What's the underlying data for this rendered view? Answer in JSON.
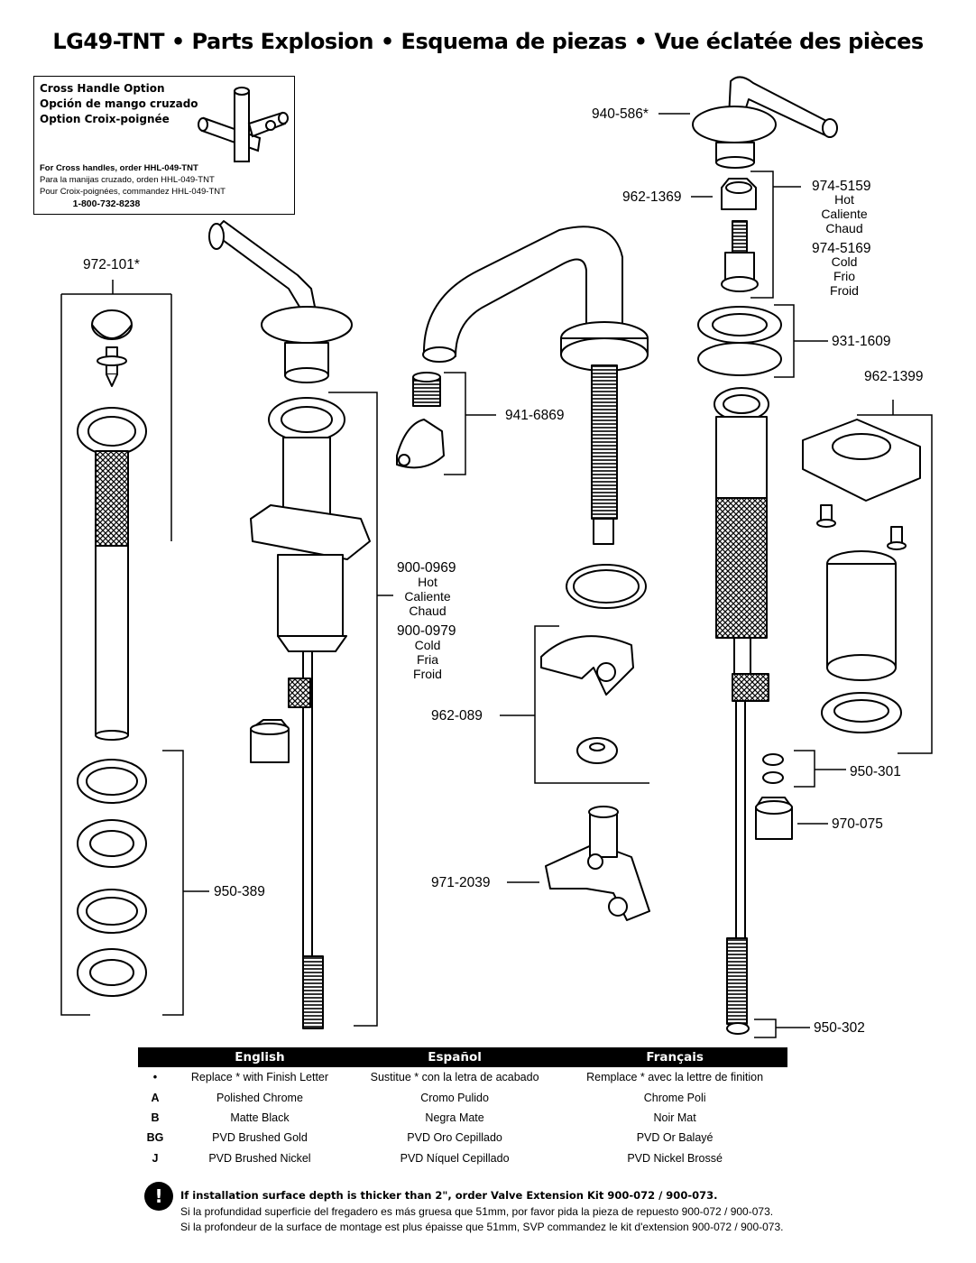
{
  "title": "LG49-TNT • Parts Explosion • Esquema de piezas • Vue éclatée des pièces",
  "inset": {
    "heading_en": "Cross Handle Option",
    "heading_es": "Opción de mango cruzado",
    "heading_fr": "Option Croix-poignée",
    "order_en": "For Cross handles, order HHL-049-TNT",
    "order_es": "Para la manijas cruzado, orden HHL-049-TNT",
    "order_fr": "Pour Croix-poignées, commandez HHL-049-TNT",
    "phone": "1-800-732-8238"
  },
  "parts": {
    "p940_586": "940-586*",
    "p962_1369": "962-1369",
    "p974_5159": "974-5159",
    "p974_5159_hot": "Hot",
    "p974_5159_caliente": "Caliente",
    "p974_5159_chaud": "Chaud",
    "p974_5169": "974-5169",
    "p974_5169_cold": "Cold",
    "p974_5169_frio": "Frio",
    "p974_5169_froid": "Froid",
    "p931_1609": "931-1609",
    "p962_1399": "962-1399",
    "p972_101": "972-101*",
    "p941_6869": "941-6869",
    "p900_0969": "900-0969",
    "p900_0969_hot": "Hot",
    "p900_0969_caliente": "Caliente",
    "p900_0969_chaud": "Chaud",
    "p900_0979": "900-0979",
    "p900_0979_cold": "Cold",
    "p900_0979_fria": "Fria",
    "p900_0979_froid": "Froid",
    "p962_089": "962-089",
    "p950_301": "950-301",
    "p970_075": "970-075",
    "p971_2039": "971-2039",
    "p950_389": "950-389",
    "p950_302": "950-302"
  },
  "legend": {
    "headers": [
      "English",
      "Español",
      "Français"
    ],
    "rows": [
      {
        "code": "•",
        "en": "Replace * with Finish Letter",
        "es": "Sustitue * con la letra de acabado",
        "fr": "Remplace * avec la lettre de finition"
      },
      {
        "code": "A",
        "en": "Polished Chrome",
        "es": "Cromo Pulido",
        "fr": "Chrome Poli"
      },
      {
        "code": "B",
        "en": "Matte Black",
        "es": "Negra Mate",
        "fr": "Noir Mat"
      },
      {
        "code": "BG",
        "en": "PVD Brushed Gold",
        "es": "PVD Oro Cepillado",
        "fr": "PVD Or Balayé"
      },
      {
        "code": "J",
        "en": "PVD Brushed Nickel",
        "es": "PVD Níquel Cepillado",
        "fr": "PVD Nickel Brossé"
      }
    ]
  },
  "notes": {
    "icon": "!",
    "en": "If installation surface depth is thicker than 2\", order Valve Extension Kit 900-072 / 900-073.",
    "es": "Si la profundidad superficie del fregadero es más gruesa que 51mm, por favor pida la pieza de repuesto 900-072 / 900-073.",
    "fr": "Si la profondeur de la surface de montage est plus épaisse que 51mm, SVP commandez le kit d'extension 900-072 / 900-073."
  },
  "icons": {
    "warning": "exclamation-icon"
  }
}
